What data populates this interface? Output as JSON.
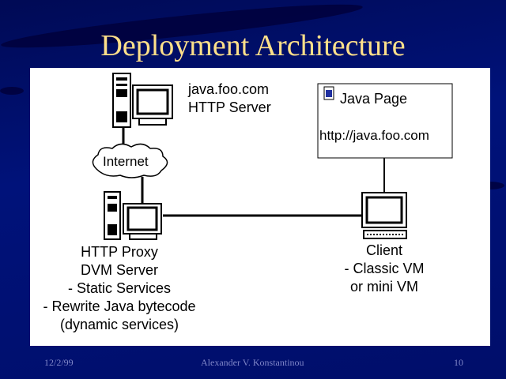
{
  "slide": {
    "title": "Deployment Architecture",
    "footer": {
      "date": "12/2/99",
      "author": "Alexander V. Konstantinou",
      "page": "10"
    }
  },
  "diagram": {
    "server_label": [
      "java.foo.com",
      "HTTP Server"
    ],
    "cloud_label": "Internet",
    "proxy_label": [
      "HTTP Proxy",
      "DVM Server",
      "- Static Services",
      "- Rewrite Java bytecode",
      "(dynamic services)"
    ],
    "page_box": {
      "title": "Java Page",
      "url": "http://java.foo.com"
    },
    "client_label": [
      "Client",
      "- Classic VM",
      "or mini VM"
    ]
  }
}
